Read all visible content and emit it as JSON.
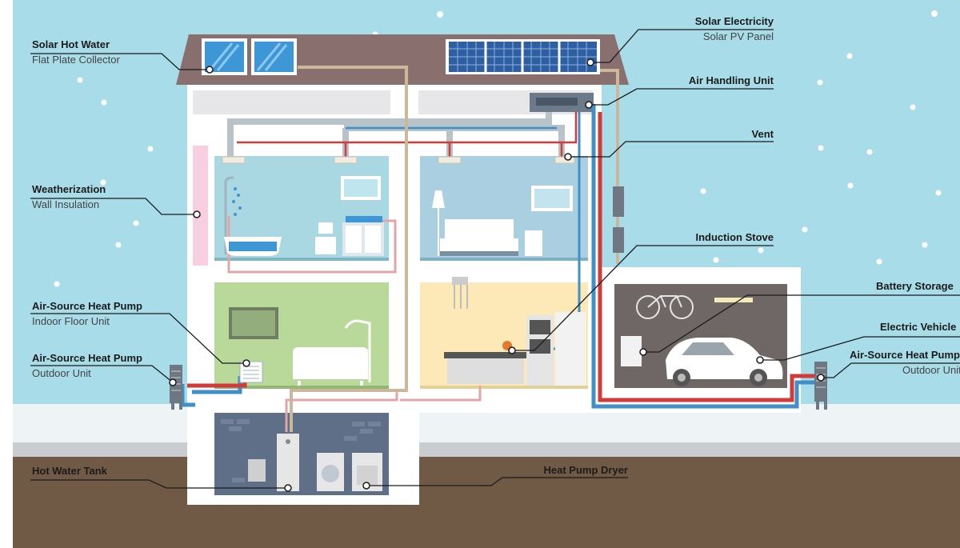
{
  "colors": {
    "sky": "#a9dce9",
    "ground": "#715a45",
    "roof": "#8a6f6f",
    "wall": "#ffffff",
    "pipe_hot": "#d33a3a",
    "pipe_cold": "#3f8fc9",
    "pipe_gray": "#b7c2c9",
    "pipe_beige": "#cbb89a",
    "bathroom": "#a9d8e2",
    "bedroom": "#a9cfe0",
    "living": "#b9d99a",
    "kitchen": "#fde9b8",
    "garage": "#6f6766",
    "basement": "#5f6f87",
    "insulation": "#f7cfe0"
  },
  "callouts": {
    "solar_hot_water": {
      "title": "Solar Hot Water",
      "subtitle": "Flat Plate Collector"
    },
    "weatherization": {
      "title": "Weatherization",
      "subtitle": "Wall Insulation"
    },
    "ashp_indoor": {
      "title": "Air-Source Heat Pump",
      "subtitle": "Indoor Floor Unit"
    },
    "ashp_outdoor_left": {
      "title": "Air-Source Heat Pump",
      "subtitle": "Outdoor Unit"
    },
    "hot_water_tank": {
      "title": "Hot Water Tank"
    },
    "solar_electricity": {
      "title": "Solar Electricity",
      "subtitle": "Solar PV Panel"
    },
    "air_handling_unit": {
      "title": "Air Handling Unit"
    },
    "vent": {
      "title": "Vent"
    },
    "induction_stove": {
      "title": "Induction Stove"
    },
    "battery_storage": {
      "title": "Battery Storage"
    },
    "electric_vehicle": {
      "title": "Electric Vehicle"
    },
    "ashp_outdoor_right": {
      "title": "Air-Source Heat Pump",
      "subtitle": "Outdoor Unit"
    },
    "heat_pump_dryer": {
      "title": "Heat Pump Dryer"
    }
  }
}
